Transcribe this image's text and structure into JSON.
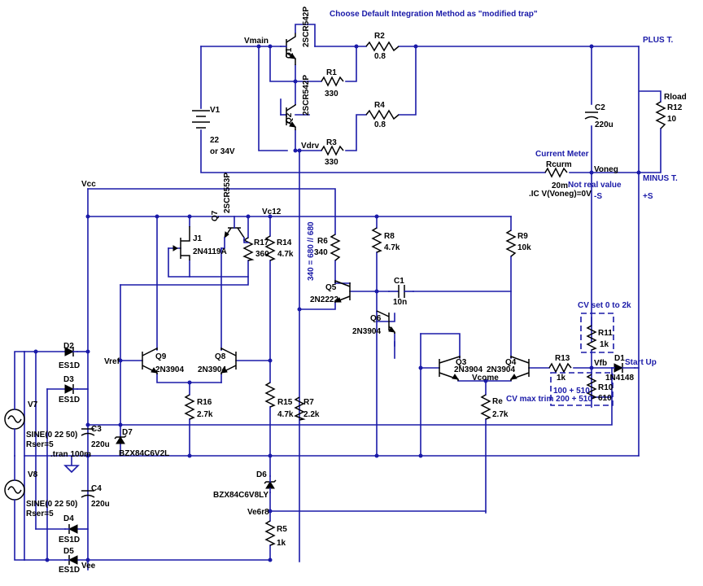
{
  "notes": {
    "instruction": "Choose Default Integration Method as \"modified trap\"",
    "current_meter": "Current Meter",
    "not_real": "Not real value",
    "ic_directive": ".IC V(Voneg)=0V",
    "tran": ".tran 100m",
    "cv_set": "CV set 0 to 2k",
    "cv_trim": "CV max trim 200 + 510",
    "r10_calc": "100 + 510",
    "r6_calc": "340 = 680 // 680"
  },
  "nets": {
    "vmain": "Vmain",
    "vdrv": "Vdrv",
    "vcc": "Vcc",
    "vc12": "Vc12",
    "vref": "Vref",
    "vcome": "Vcome",
    "vfb": "Vfb",
    "voneg": "Voneg",
    "ve6r8": "Ve6r8",
    "vee": "Vee",
    "re": "Re",
    "plus_t": "PLUS T.",
    "minus_t": "MINUS T.",
    "plus_s": "+S",
    "minus_s": "-S",
    "start_up": "Start Up"
  },
  "components": {
    "q1": {
      "ref": "Q1",
      "part": "2SCR542P"
    },
    "q2": {
      "ref": "Q2",
      "part": "2SCR542P"
    },
    "q3": {
      "ref": "Q3",
      "part": "2N3904"
    },
    "q4": {
      "ref": "Q4",
      "part": "2N3904"
    },
    "q5": {
      "ref": "Q5",
      "part": "2N2222"
    },
    "q6": {
      "ref": "Q6",
      "part": "2N3904"
    },
    "q7": {
      "ref": "Q7",
      "part": "2SCR553P"
    },
    "q8": {
      "ref": "Q8",
      "part": "2N3904"
    },
    "q9": {
      "ref": "Q9",
      "part": "2N3904"
    },
    "j1": {
      "ref": "J1",
      "part": "2N4119A"
    },
    "r1": {
      "ref": "R1",
      "value": "330"
    },
    "r2": {
      "ref": "R2",
      "value": "0.8"
    },
    "r3": {
      "ref": "R3",
      "value": "330"
    },
    "r4": {
      "ref": "R4",
      "value": "0.8"
    },
    "r5": {
      "ref": "R5",
      "value": "1k"
    },
    "r6": {
      "ref": "R6",
      "value": "340"
    },
    "r7": {
      "ref": "R7",
      "value": "2.2k"
    },
    "r8": {
      "ref": "R8",
      "value": "4.7k"
    },
    "r9": {
      "ref": "R9",
      "value": "10k"
    },
    "r10": {
      "ref": "R10",
      "value": "610"
    },
    "r11": {
      "ref": "R11",
      "value": "1k"
    },
    "r12": {
      "ref": "R12",
      "value": "10"
    },
    "r13": {
      "ref": "R13",
      "value": "1k"
    },
    "r14": {
      "ref": "R14",
      "value": "4.7k"
    },
    "r15": {
      "ref": "R15",
      "value": "4.7k"
    },
    "r16": {
      "ref": "R16",
      "value": "2.7k"
    },
    "r17": {
      "ref": "R17",
      "value": "360"
    },
    "re": {
      "value": "2.7k"
    },
    "rcurm": {
      "ref": "Rcurm",
      "value": "20m"
    },
    "rload": {
      "ref": "Rload"
    },
    "c1": {
      "ref": "C1",
      "value": "10n"
    },
    "c2": {
      "ref": "C2",
      "value": "220u"
    },
    "c3": {
      "ref": "C3",
      "value": "220u"
    },
    "c4": {
      "ref": "C4",
      "value": "220u"
    },
    "d1": {
      "ref": "D1",
      "part": "1N4148"
    },
    "d2": {
      "ref": "D2",
      "part": "ES1D"
    },
    "d3": {
      "ref": "D3",
      "part": "ES1D"
    },
    "d4": {
      "ref": "D4",
      "part": "ES1D"
    },
    "d5": {
      "ref": "D5",
      "part": "ES1D"
    },
    "d6": {
      "ref": "D6",
      "part": "BZX84C6V8LY"
    },
    "d7": {
      "ref": "D7",
      "part": "BZX84C6V2L"
    },
    "v1": {
      "ref": "V1",
      "value": "22",
      "alt": "or 34V"
    },
    "v7": {
      "ref": "V7",
      "value": "SINE(0 22 50)",
      "rser": "Rser=5"
    },
    "v8": {
      "ref": "V8",
      "value": "SINE(0 22 50)",
      "rser": "Rser=5"
    }
  }
}
